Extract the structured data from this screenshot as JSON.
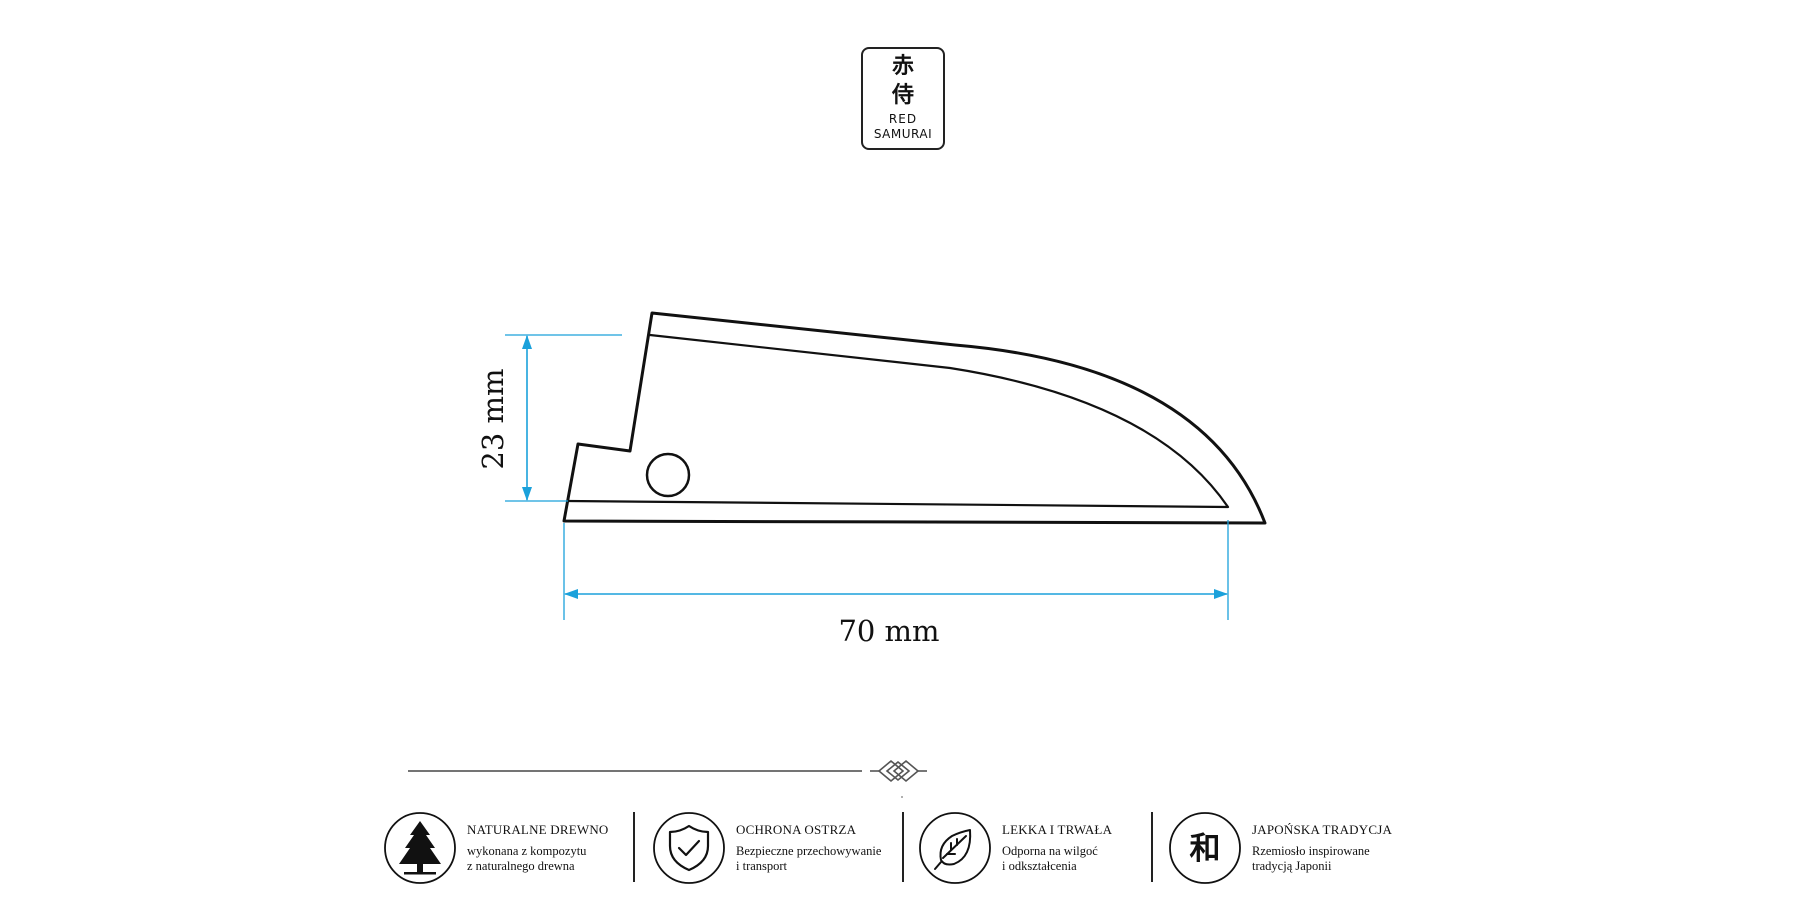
{
  "logo": {
    "kanji_top": "赤",
    "kanji_bottom": "侍",
    "line1": "RED",
    "line2": "SAMURAI"
  },
  "dimensions": {
    "height_label": "23 mm",
    "length_label": "70 mm"
  },
  "colors": {
    "dimension": "#1ba1db",
    "outline": "#111111",
    "divider": "#222222"
  },
  "features": [
    {
      "icon": "tree-icon",
      "title": "NATURALNE DREWNO",
      "desc_line1": "wykonana z kompozytu",
      "desc_line2": "z naturalnego drewna"
    },
    {
      "icon": "shield-check-icon",
      "title": "OCHRONA OSTRZA",
      "desc_line1": "Bezpieczne przechowywanie",
      "desc_line2": "i transport"
    },
    {
      "icon": "leaf-icon",
      "title": "LEKKA I TRWAŁA",
      "desc_line1": "Odporna na wilgoć",
      "desc_line2": "i odkształcenia"
    },
    {
      "icon": "wa-kanji-icon",
      "title": "JAPOŃSKA TRADYCJA",
      "desc_line1": "Rzemiosło inspirowane",
      "desc_line2": "tradycją Japonii",
      "glyph": "和"
    }
  ]
}
